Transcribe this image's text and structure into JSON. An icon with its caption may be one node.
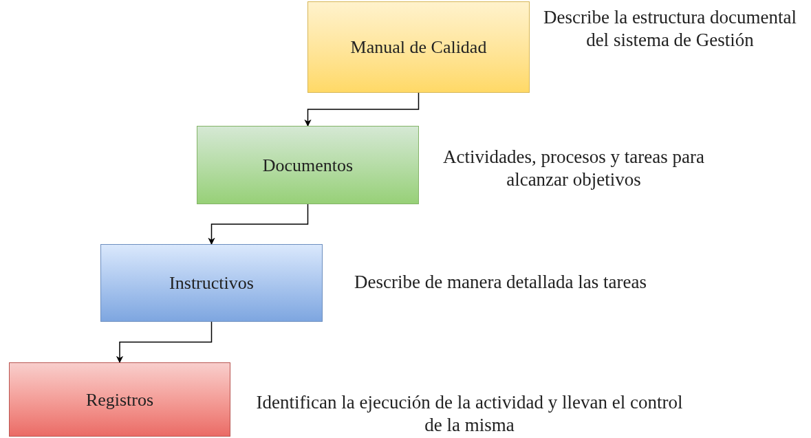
{
  "diagram": {
    "nodes": [
      {
        "text": [
          "Manual de Calidad"
        ],
        "beside": [
          "Describe la estructura documental del sistema de Gestión"
        ]
      },
      {
        "text": [
          "Documentos"
        ],
        "beside": [
          "Actividades, procesos y tareas para alcanzar objetivos"
        ]
      },
      {
        "text": [
          "Instructivos"
        ],
        "beside": [
          "Describe de manera detallada las tareas"
        ]
      },
      {
        "text": [
          "Registros"
        ],
        "beside": [
          "Identifican la ejecución de la actividad y llevan el control de la misma"
        ]
      }
    ],
    "edges": [
      {
        "from": 0,
        "to": 1,
        "arrow": "to"
      },
      {
        "from": 1,
        "to": 2,
        "arrow": "to"
      },
      {
        "from": 2,
        "to": 3,
        "arrow": "to"
      }
    ]
  }
}
